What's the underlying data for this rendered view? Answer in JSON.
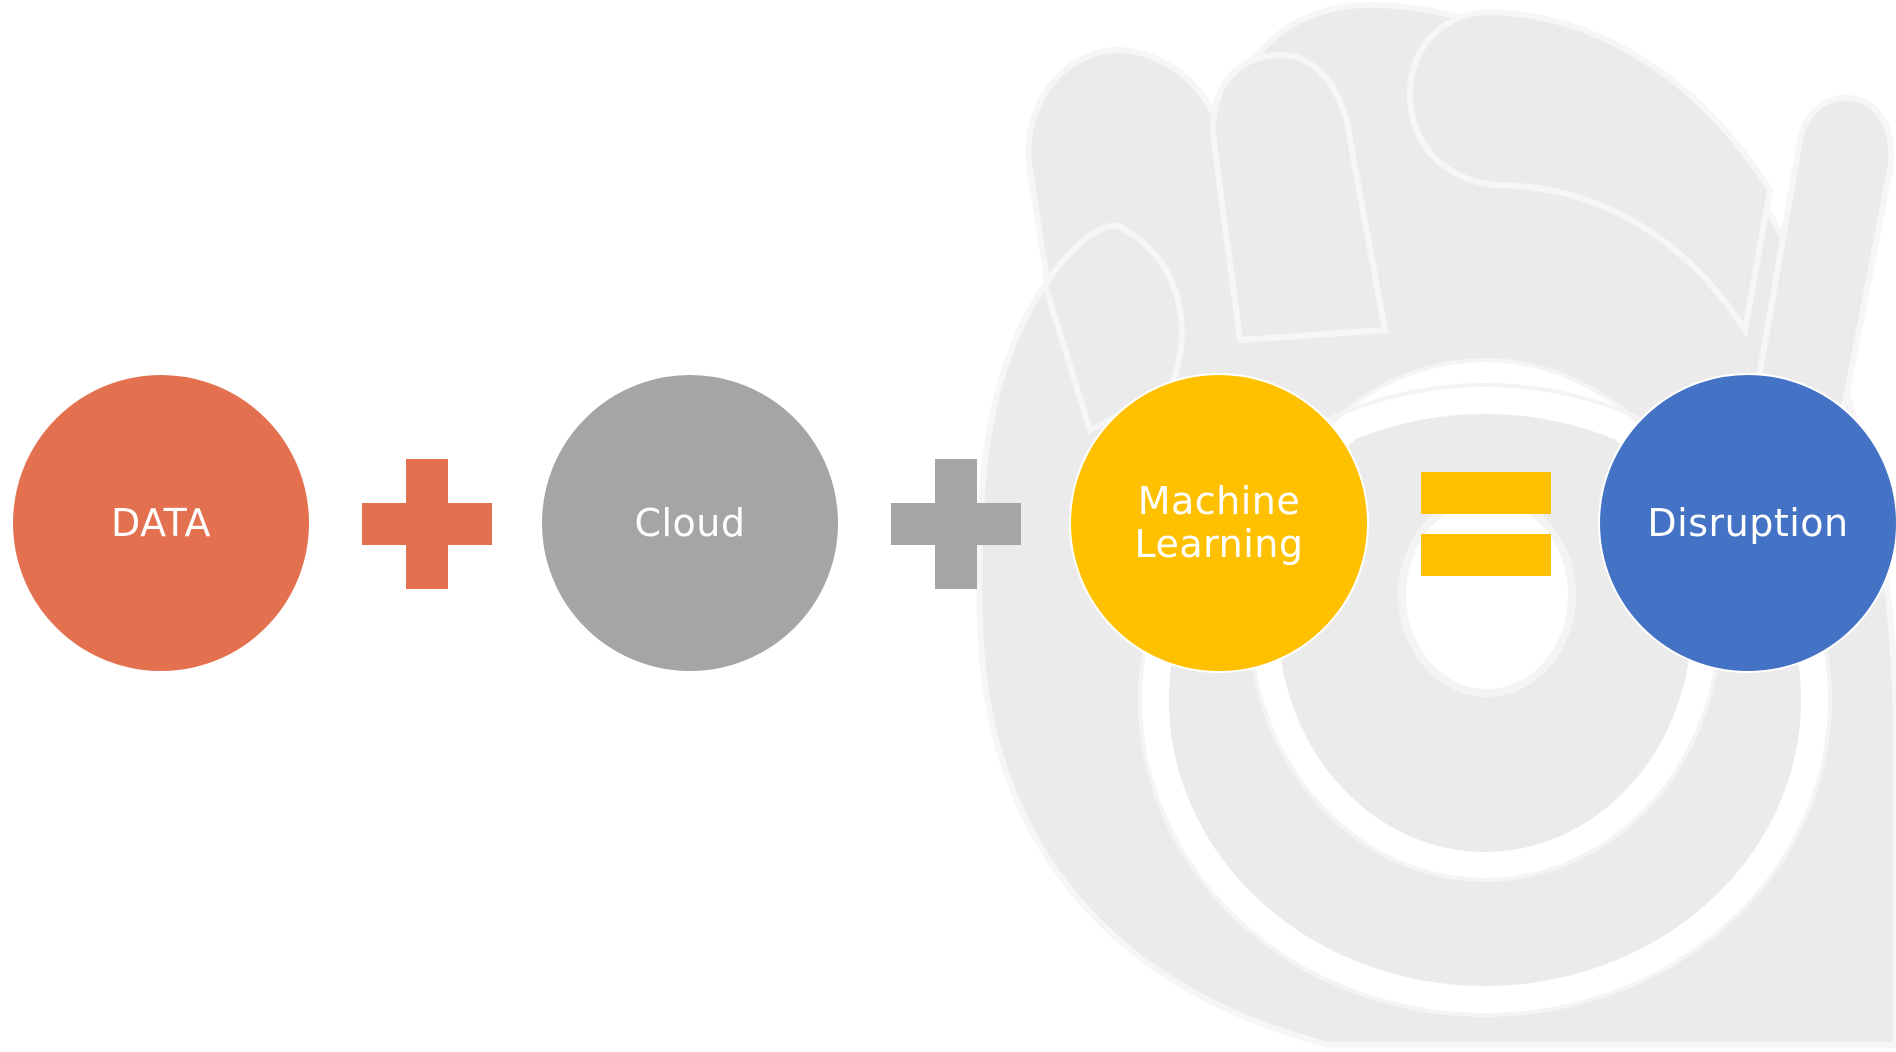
{
  "diagram": {
    "nodes": [
      {
        "id": "data",
        "label": "DATA",
        "color": "#E37150"
      },
      {
        "id": "cloud",
        "label": "Cloud",
        "color": "#A5A5A5"
      },
      {
        "id": "machine-learning",
        "label": "Machine\nLearning",
        "color": "#FFC000"
      },
      {
        "id": "disruption",
        "label": "Disruption",
        "color": "#4472C4"
      }
    ],
    "operators": [
      {
        "symbol": "plus",
        "color": "#E37150"
      },
      {
        "symbol": "plus",
        "color": "#A5A5A5"
      },
      {
        "symbol": "equals",
        "color": "#FFC000"
      }
    ],
    "watermark": {
      "icon": "hand-logo-icon",
      "color": "#EBEBEB"
    }
  }
}
